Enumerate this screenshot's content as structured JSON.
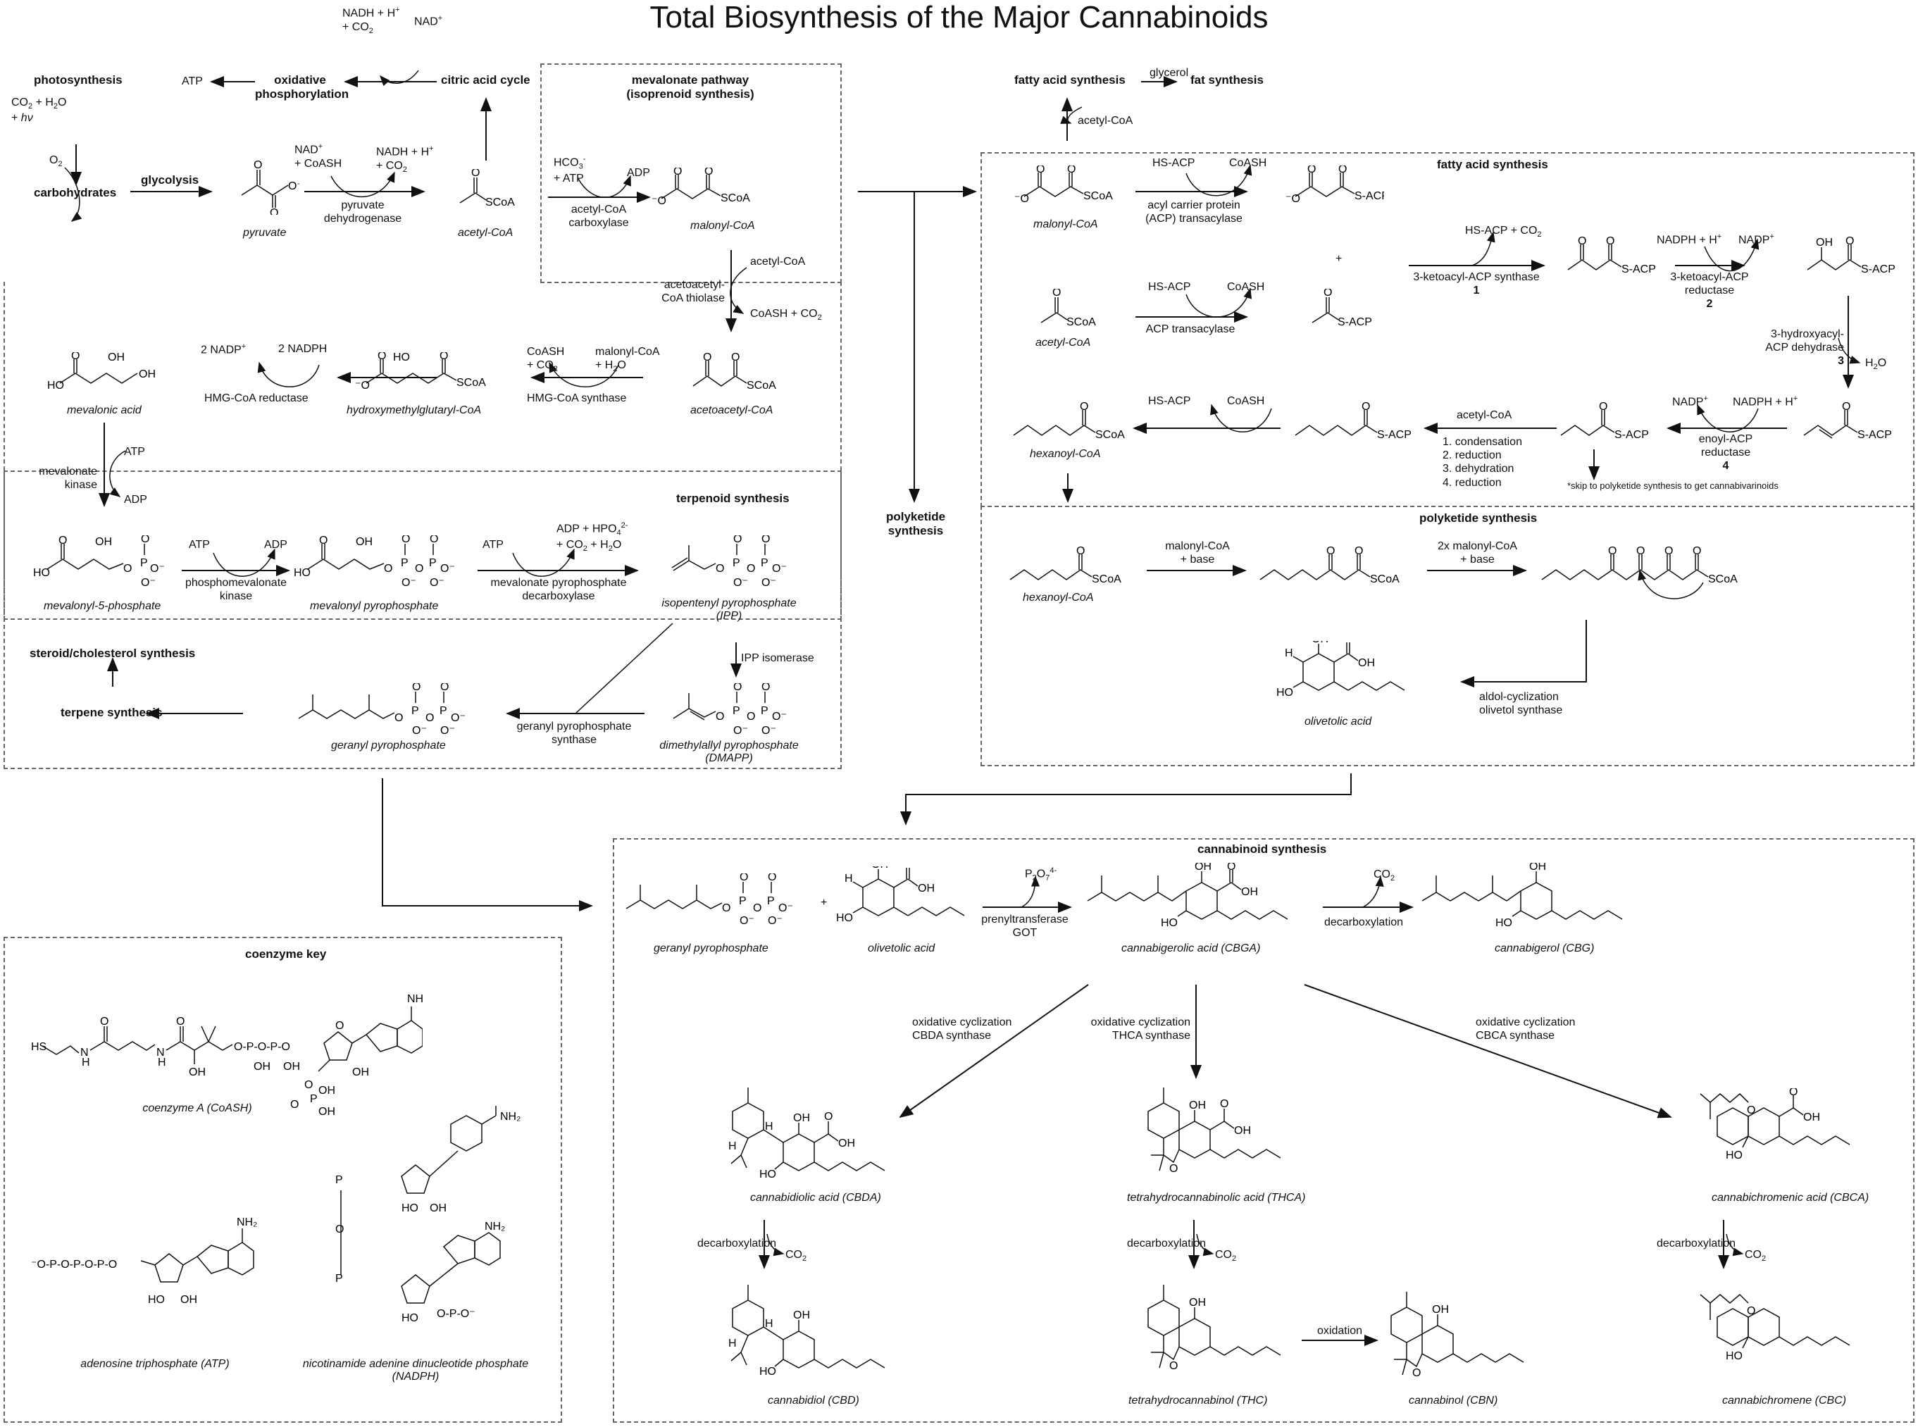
{
  "title": "Total Biosynthesis of the Major Cannabinoids",
  "top_left": {
    "photosynthesis": "photosynthesis",
    "photo_inputs": "CO2 + H2O + hν",
    "photo_output": "O2",
    "carbohydrates": "carbohydrates",
    "glycolysis": "glycolysis",
    "pyruvate": "pyruvate",
    "pdh_in": "NAD+ + CoASH",
    "pdh_out": "NADH + H+ + CO2",
    "pdh_enzyme": "pyruvate dehydrogenase",
    "acetyl_coa": "acetyl-CoA",
    "citric_acid_cycle": "citric acid cycle",
    "cac_out": "NADH + H+ + CO2",
    "cac_in": "NAD+",
    "oxidative_phosphorylation": "oxidative phosphorylation",
    "atp": "ATP"
  },
  "mevalonate": {
    "header": "mevalonate pathway (isoprenoid synthesis)",
    "acc_in": "HCO3- + ATP",
    "acc_out": "ADP",
    "acc_enzyme": "acetyl-CoA carboxylase",
    "malonyl_coa": "malonyl-CoA",
    "thiolase_in": "acetyl-CoA",
    "thiolase_enzyme": "acetoacetyl-CoA thiolase",
    "thiolase_out": "CoASH + CO2",
    "acetoacetyl_coa": "acetoacetyl-CoA",
    "hmgs_out": "CoASH + CO2",
    "hmgs_in": "malonyl-CoA + H2O",
    "hmgs_enzyme": "HMG-CoA synthase",
    "hmg_coa": "hydroxymethylglutaryl-CoA",
    "hmgr_out": "2 NADP+",
    "hmgr_in": "2 NADPH",
    "hmgr_enzyme": "HMG-CoA reductase",
    "mevalonic_acid": "mevalonic acid",
    "mk_in": "ATP",
    "mk_enzyme": "mevalonate kinase",
    "mk_out": "ADP",
    "mevalonyl_5_phosphate": "mevalonyl-5-phosphate",
    "pmk_in": "ATP",
    "pmk_out": "ADP",
    "pmk_enzyme": "phosphomevalonate kinase",
    "mevalonyl_pp": "mevalonyl pyrophosphate",
    "mpd_in": "ATP",
    "mpd_out": "ADP + HPO4 2- + CO2 + H2O",
    "mpd_enzyme": "mevalonate pyrophosphate decarboxylase"
  },
  "terpenoid": {
    "header": "terpenoid synthesis",
    "ipp": "isopentenyl pyrophosphate (IPP)",
    "ipp_isomerase": "IPP isomerase",
    "dmapp": "dimethylallyl pyrophosphate (DMAPP)",
    "gpps": "geranyl pyrophosphate synthase",
    "gpp": "geranyl pyrophosphate",
    "terpene_synthesis": "terpene synthesis",
    "steroid_synthesis": "steroid/cholesterol synthesis"
  },
  "fatty_top": {
    "fatty_acid_synthesis": "fatty acid synthesis",
    "glycerol": "glycerol",
    "fat_synthesis": "fat synthesis",
    "acetyl_coa": "acetyl-CoA",
    "polyketide_synthesis": "polyketide synthesis"
  },
  "fatty_acid": {
    "header": "fatty acid synthesis",
    "malonyl_coa": "malonyl-CoA",
    "mcat_in": "HS-ACP",
    "mcat_out": "CoASH",
    "mcat_enzyme": "acyl carrier protein (ACP) transacylase",
    "acetyl_coa": "acetyl-CoA",
    "at_in": "HS-ACP",
    "at_out": "CoASH",
    "at_enzyme": "ACP transacylase",
    "plus": "+",
    "kas_out": "HS-ACP + CO2",
    "kas_enzyme": "3-ketoacyl-ACP synthase",
    "kas_num": "1",
    "kar_in": "NADPH + H+",
    "kar_out": "NADP+",
    "kar_enzyme": "3-ketoacyl-ACP reductase",
    "kar_num": "2",
    "dh_enzyme": "3-hydroxyacyl-ACP dehydrase",
    "dh_num": "3",
    "dh_out": "H2O",
    "er_out": "NADP+",
    "er_in": "NADPH + H+",
    "er_enzyme": "enoyl-ACP reductase",
    "er_num": "4",
    "cycle_in": "acetyl-CoA",
    "cycle_steps": [
      "1. condensation",
      "2. reduction",
      "3. dehydration",
      "4. reduction"
    ],
    "final_in": "HS-ACP",
    "final_out": "CoASH",
    "hexanoyl_coa": "hexanoyl-CoA",
    "note": "*skip to polyketide synthesis to get cannabivarinoids",
    "sacp": "S-ACP",
    "scoa": "SCoA"
  },
  "polyketide": {
    "header": "polyketide synthesis",
    "hexanoyl_coa": "hexanoyl-CoA",
    "step1": "malonyl-CoA + base",
    "step2": "2x malonyl-CoA + base",
    "cyclization": "aldol-cyclization olivetol synthase",
    "olivetolic_acid": "olivetolic acid"
  },
  "cannabinoid": {
    "header": "cannabinoid synthesis",
    "gpp": "geranyl pyrophosphate",
    "plus": "+",
    "olivetolic_acid": "olivetolic acid",
    "got_out": "P2O7 4-",
    "got_enzyme": "prenyltransferase GOT",
    "cbga": "cannabigerolic acid (CBGA)",
    "decarb_out": "CO2",
    "decarb": "decarboxylation",
    "cbg": "cannabigerol (CBG)",
    "cbda_syn": "oxidative cyclization CBDA synthase",
    "thca_syn": "oxidative cyclization THCA synthase",
    "cbca_syn": "oxidative cyclization CBCA synthase",
    "cbda": "cannabidiolic acid (CBDA)",
    "thca": "tetrahydrocannabinolic acid (THCA)",
    "cbca": "cannabichromenic acid (CBCA)",
    "decarboxylation": "decarboxylation",
    "co2": "CO2",
    "cbd": "cannabidiol (CBD)",
    "thc": "tetrahydrocannabinol (THC)",
    "oxidation": "oxidation",
    "cbn": "cannabinol (CBN)",
    "cbc": "cannabichromene (CBC)"
  },
  "coenzyme_key": {
    "header": "coenzyme key",
    "coa": "coenzyme A (CoASH)",
    "atp": "adenosine triphosphate (ATP)",
    "nadph": "nicotinamide adenine dinucleotide phosphate (NADPH)"
  }
}
